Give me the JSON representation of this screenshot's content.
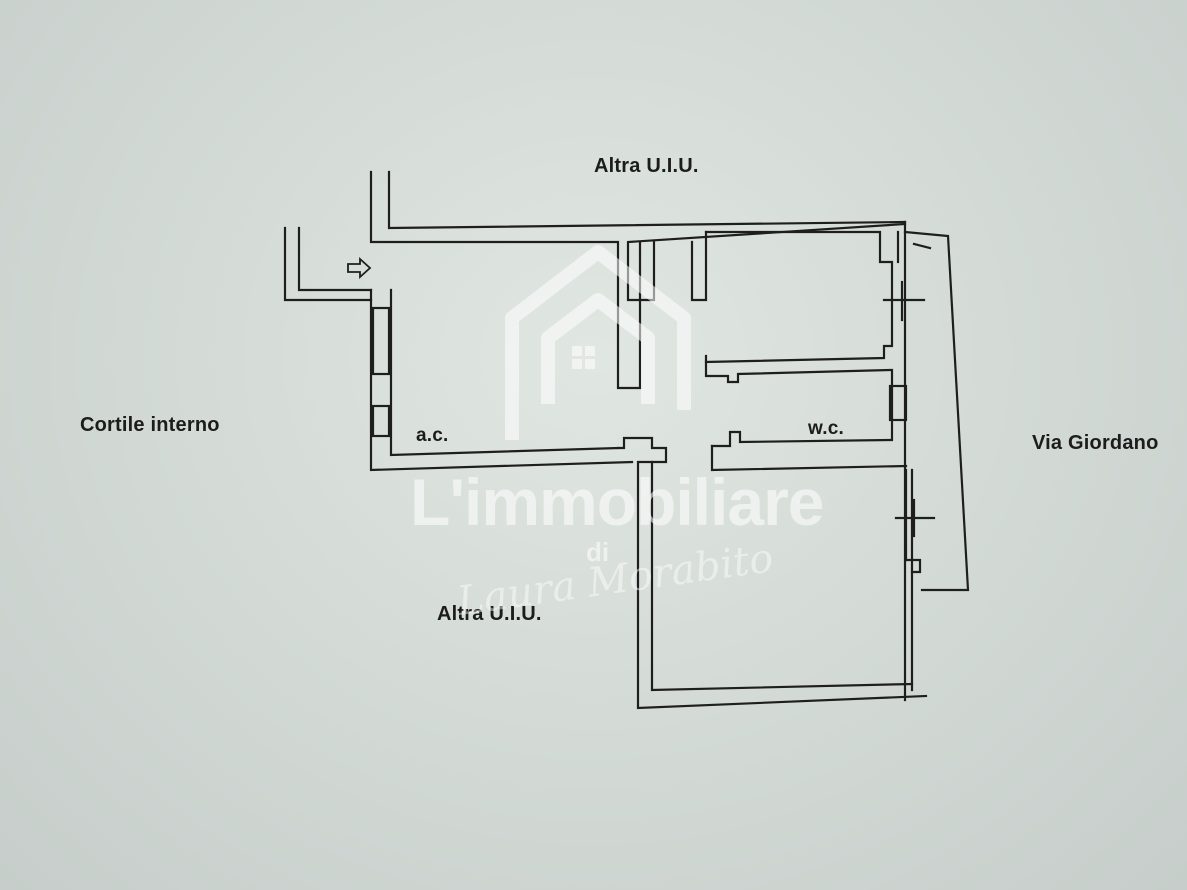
{
  "labels": {
    "top_neighbor": "Altra U.I.U.",
    "bottom_neighbor": "Altra U.I.U.",
    "left_side": "Cortile interno",
    "right_side": "Via Giordano",
    "room_ac": "a.c.",
    "room_wc": "w.c."
  },
  "watermark": {
    "brand": "L'immobiliare",
    "di": "di",
    "signature": "Laura Morabito"
  },
  "colors": {
    "paper": "#d3dad6",
    "ink": "#1c1c1c",
    "watermark": "#ffffff"
  },
  "icons": {
    "entrance": "entrance-arrow-icon",
    "watermark_logo": "house-logo-icon"
  }
}
